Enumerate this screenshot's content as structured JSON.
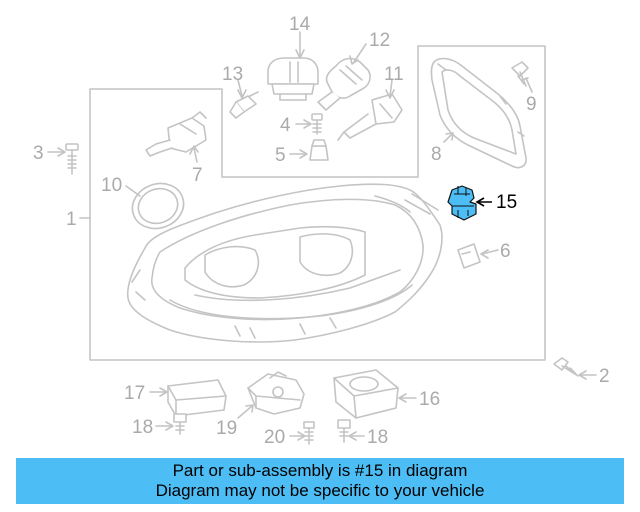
{
  "callouts": {
    "c1": "1",
    "c2": "2",
    "c3": "3",
    "c4": "4",
    "c5": "5",
    "c6": "6",
    "c7": "7",
    "c8": "8",
    "c9": "9",
    "c10": "10",
    "c11": "11",
    "c12": "12",
    "c13": "13",
    "c14": "14",
    "c15": "15",
    "c16": "16",
    "c17": "17",
    "c18a": "18",
    "c18b": "18",
    "c19": "19",
    "c20": "20"
  },
  "highlighted_part": "15",
  "colors": {
    "line_art": "#c4c4c4",
    "label": "#aaaaaa",
    "highlight_fill": "#4cbdf5",
    "banner_bg": "#4cbdf5"
  },
  "banner": {
    "line1": "Part or sub-assembly is #15 in diagram",
    "line2": "Diagram may not be specific to your vehicle"
  }
}
